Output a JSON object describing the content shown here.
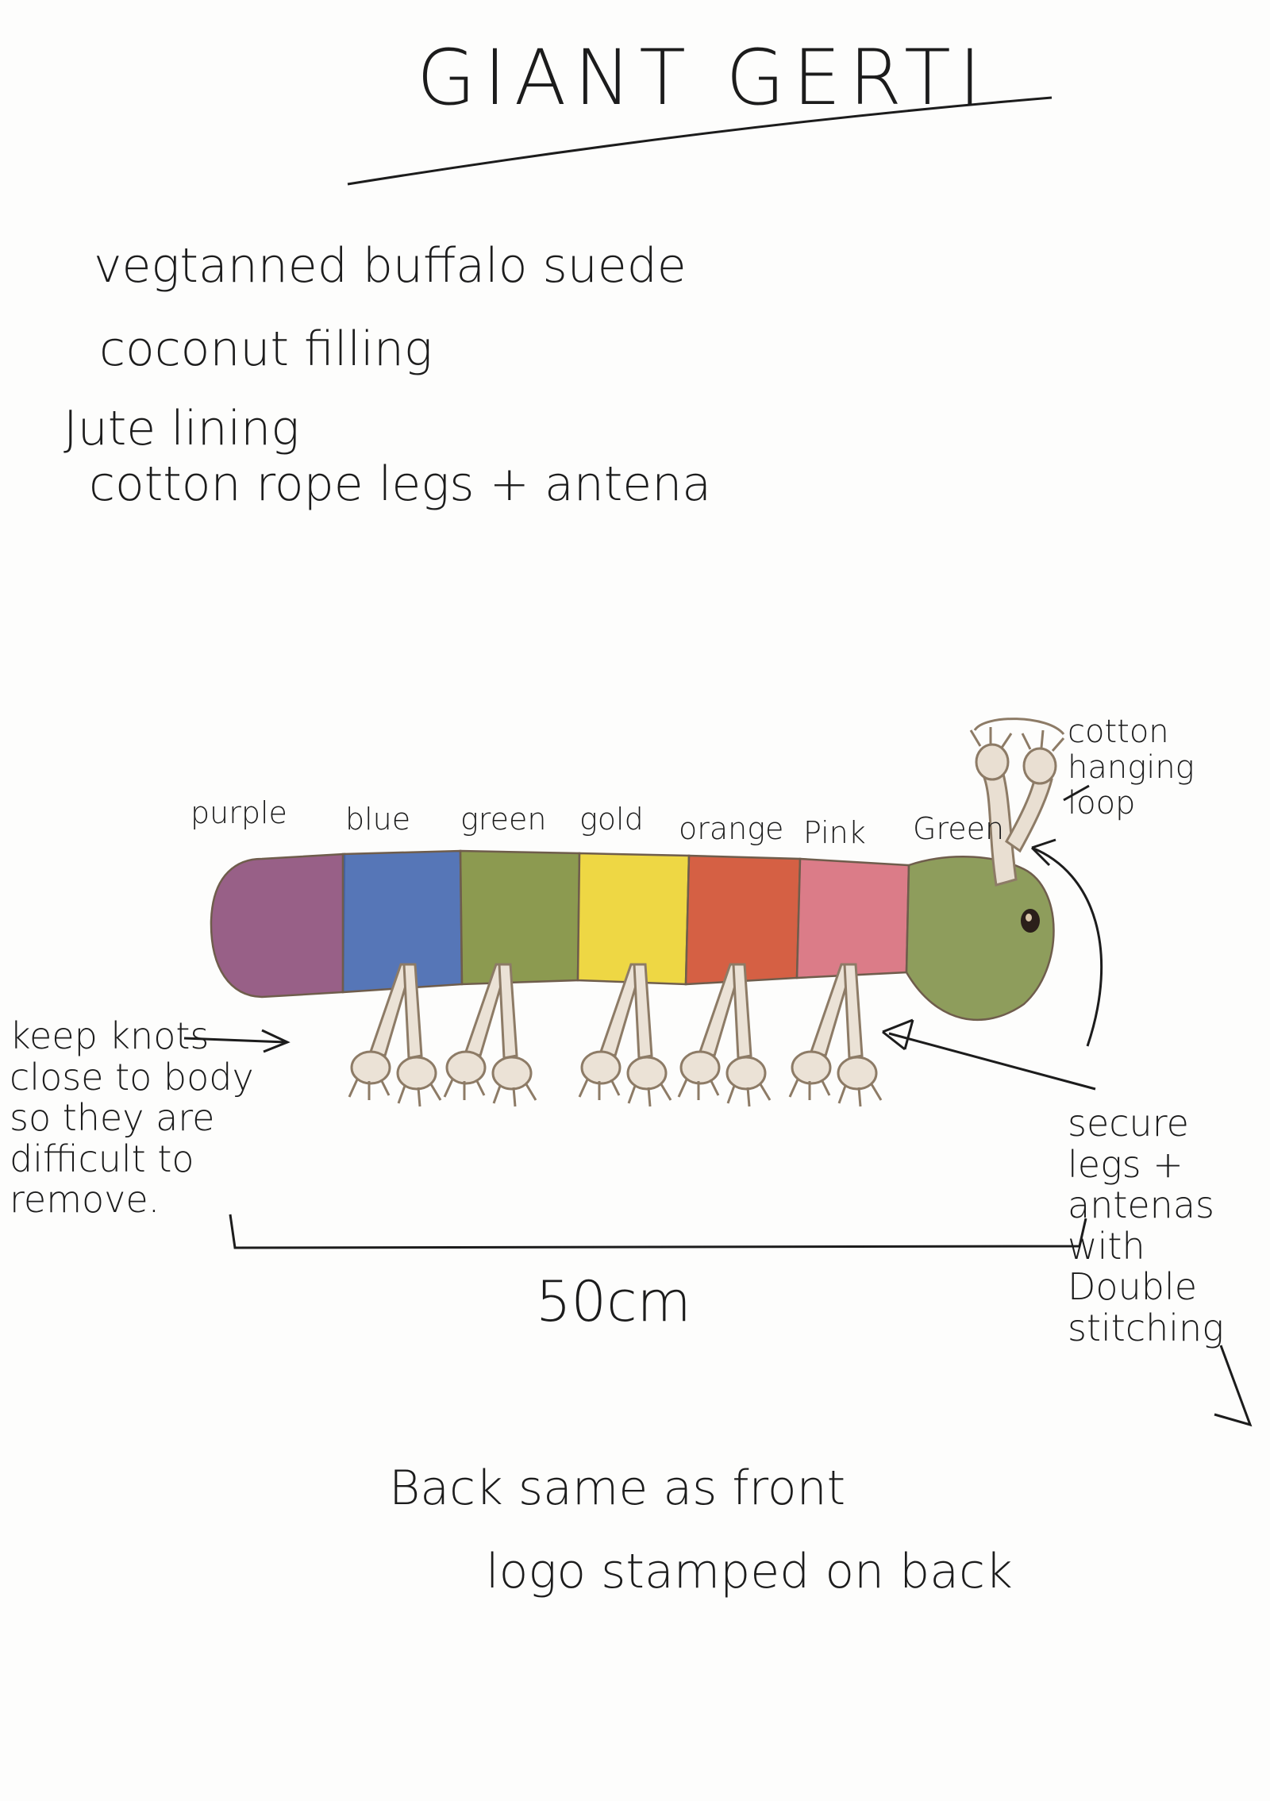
{
  "title": "GIANT GERTI",
  "materials": [
    "vegtanned buffalo suede",
    "coconut filling",
    "Jute lining",
    "cotton rope legs + antena"
  ],
  "segments": [
    {
      "label": "purple",
      "color": "#8a4a76"
    },
    {
      "label": "blue",
      "color": "#3f63ad"
    },
    {
      "label": "green",
      "color": "#7c8c38"
    },
    {
      "label": "gold",
      "color": "#ecd22a"
    },
    {
      "label": "orange",
      "color": "#cf4a2a"
    },
    {
      "label": "Pink",
      "color": "#d66a78"
    },
    {
      "label": "Green",
      "color": "#7e8f45"
    }
  ],
  "annotations": {
    "hanging_loop": "cotton hanging loop",
    "keep_knots": "keep knots close to body so they are difficult to remove.",
    "secure_legs": "secure legs + antenas with Double stitching"
  },
  "measurement": "50cm",
  "back_notes": [
    "Back same as front",
    "logo stamped on back"
  ]
}
